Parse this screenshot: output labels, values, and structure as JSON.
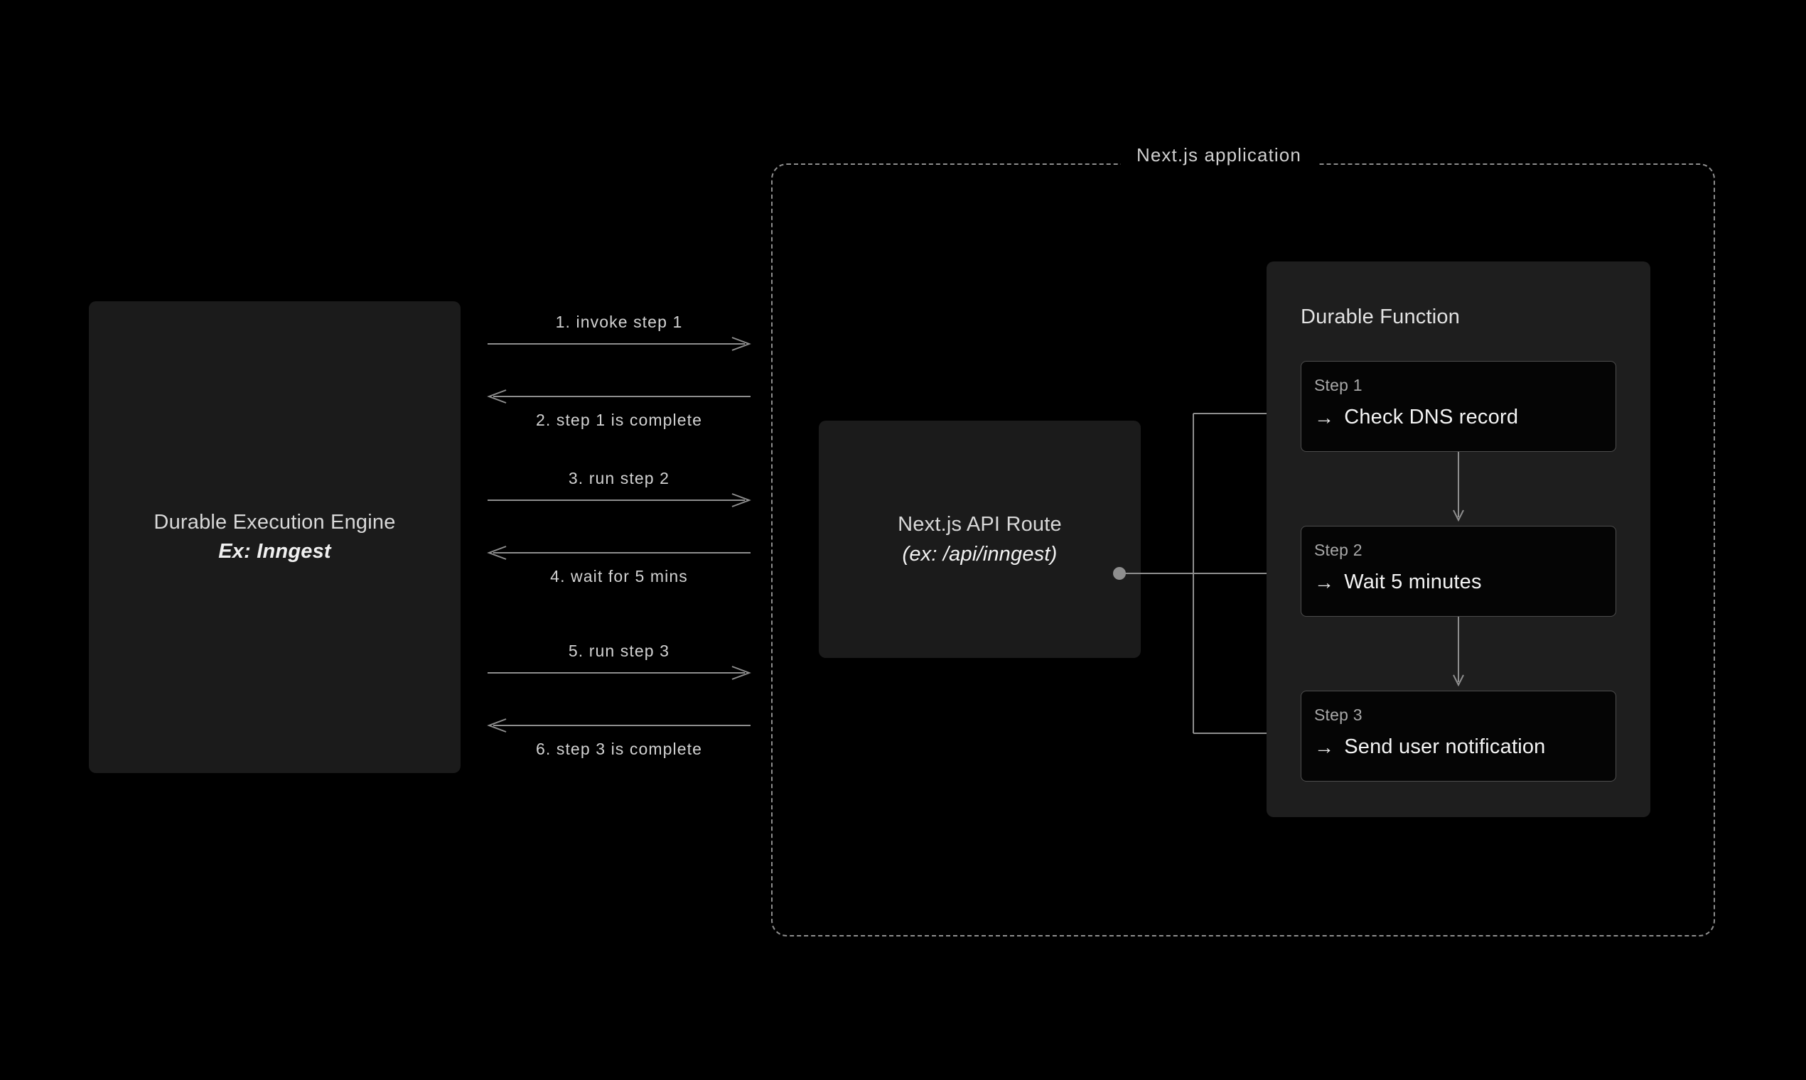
{
  "colors": {
    "background": "#000000",
    "panel": "#1b1b1b",
    "panel_alt": "#1e1e1e",
    "card": "#050505",
    "line": "#8e8e8e",
    "text_primary": "#f4f4f4",
    "text_secondary": "#d2d2d2",
    "text_muted": "#a8a8a8"
  },
  "engine": {
    "title": "Durable Execution Engine",
    "subtitle": "Ex: Inngest"
  },
  "flows": [
    {
      "num": "1.",
      "label": "invoke step 1",
      "text": "1. invoke step 1",
      "direction": "right",
      "position": "above"
    },
    {
      "num": "2.",
      "label": "step 1 is complete",
      "text": "2. step 1 is complete",
      "direction": "left",
      "position": "below"
    },
    {
      "num": "3.",
      "label": "run step 2",
      "text": "3. run step 2",
      "direction": "right",
      "position": "above"
    },
    {
      "num": "4.",
      "label": "wait for 5 mins",
      "text": "4. wait for 5 mins",
      "direction": "left",
      "position": "below"
    },
    {
      "num": "5.",
      "label": "run step 3",
      "text": "5. run step 3",
      "direction": "right",
      "position": "above"
    },
    {
      "num": "6.",
      "label": "step 3 is complete",
      "text": "6. step 3 is complete",
      "direction": "left",
      "position": "below"
    }
  ],
  "application": {
    "title": "Next.js application"
  },
  "api_route": {
    "title": "Next.js API Route",
    "subtitle": "(ex: /api/inngest)"
  },
  "durable_function": {
    "title": "Durable Function",
    "steps": [
      {
        "kicker": "Step 1",
        "arrow": "→",
        "text": "Check DNS record"
      },
      {
        "kicker": "Step 2",
        "arrow": "→",
        "text": "Wait 5 minutes"
      },
      {
        "kicker": "Step 3",
        "arrow": "→",
        "text": "Send user notification"
      }
    ]
  }
}
